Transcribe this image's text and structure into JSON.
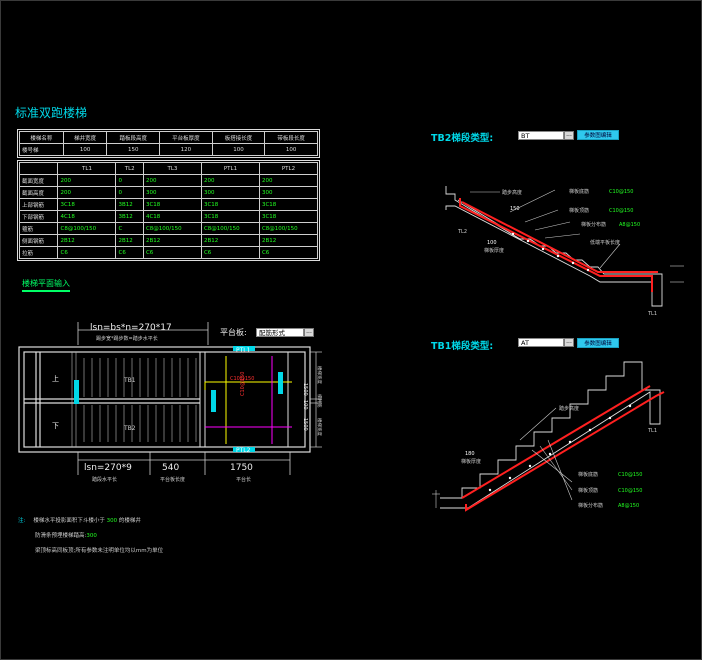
{
  "title": "标准双跑楼梯",
  "table1": {
    "headers": [
      "楼梯名称",
      "梯井宽度",
      "踏板段高度",
      "平台板厚度",
      "板搭接长度",
      "带板段长度"
    ],
    "row_label": "楼号梯",
    "values": [
      "100",
      "150",
      "120",
      "100",
      "100"
    ]
  },
  "table2": {
    "cols": [
      "TL1",
      "TL2",
      "TL3",
      "PTL1",
      "PTL2"
    ],
    "rows": [
      {
        "label": "截面宽度",
        "values": [
          "200",
          "0",
          "200",
          "200",
          "200"
        ]
      },
      {
        "label": "截面高度",
        "values": [
          "200",
          "0",
          "300",
          "300",
          "300"
        ]
      },
      {
        "label": "上部钢筋",
        "values": [
          "3C18",
          "3B12",
          "3C18",
          "3C18",
          "3C18"
        ]
      },
      {
        "label": "下部钢筋",
        "values": [
          "4C18",
          "3B12",
          "4C18",
          "3C18",
          "3C18"
        ]
      },
      {
        "label": "箍筋",
        "values": [
          "C8@100/150",
          "C",
          "C8@100/150",
          "C8@100/150",
          "C8@100/150"
        ]
      },
      {
        "label": "侧面钢筋",
        "values": [
          "2B12",
          "2B12",
          "2B12",
          "2B12",
          "2B12"
        ]
      },
      {
        "label": "拉筋",
        "values": [
          "C6",
          "C6",
          "C6",
          "C6",
          "C6"
        ]
      }
    ]
  },
  "subtitle": "楼梯平面输入",
  "plan": {
    "top_dim": "lsn=bs*n=270*17",
    "top_dim_note": "踢步宽*踢步数=踏步水平长",
    "platform_label": "平台板:",
    "platform_value": "配筋形式",
    "bottom_dim1": "lsn=270*9",
    "bottom_dim1_note": "踏段水平长",
    "bottom_dim2": "540",
    "bottom_dim2_note": "平台板长度",
    "bottom_dim3": "1750",
    "bottom_dim3_note": "平台长",
    "labels": {
      "up": "上",
      "down": "下",
      "tb1": "TB1",
      "tb2": "TB2",
      "ptl1": "PTL1",
      "ptl2": "PTL2",
      "c10": "C10@150"
    },
    "right_dims": [
      "1500",
      "100",
      "1500"
    ],
    "right_notes": [
      "楼梯宽度",
      "梯井宽",
      "楼梯宽度"
    ]
  },
  "notes": {
    "n": "注:",
    "line1a": "楼梯水平投影面积下斗楼小于",
    "line1b": "300",
    "line1c": "的楼梯井",
    "line2a": "防滑条预埋楼梯踏高:",
    "line2b": "300",
    "line3": "梁顶标高同板顶;所有参数未注明单位均以mm为单位"
  },
  "tb2": {
    "label": "TB2梯段类型:",
    "value": "BT",
    "ellipsis": "...",
    "button": "参数图编辑",
    "texts": {
      "step_h": "踏步高度",
      "h1": "150",
      "h2": "100",
      "thick": "梯板厚度",
      "bottom": "梯板底筋",
      "c1": "C10@150",
      "top": "梯板顶筋",
      "c2": "C10@150",
      "dist": "梯板分布筋",
      "c3": "A8@150",
      "low": "低端平板长度",
      "tl2": "TL2",
      "tl1": "TL1"
    }
  },
  "tb1": {
    "label": "TB1梯段类型:",
    "value": "AT",
    "ellipsis": "...",
    "button": "参数图编辑",
    "texts": {
      "step_h": "踏步高度",
      "h1": "180",
      "thick": "梯板厚度",
      "bottom": "梯板底筋",
      "c1": "C10@150",
      "top": "梯板顶筋",
      "c2": "C10@150",
      "dist": "梯板分布筋",
      "c3": "A8@150",
      "tl1": "TL1"
    }
  },
  "colors": {
    "accent": "#00d8e8",
    "green": "#22ff22",
    "red": "#ff2020",
    "magenta": "#ff00ff",
    "yellow": "#ffff00"
  }
}
